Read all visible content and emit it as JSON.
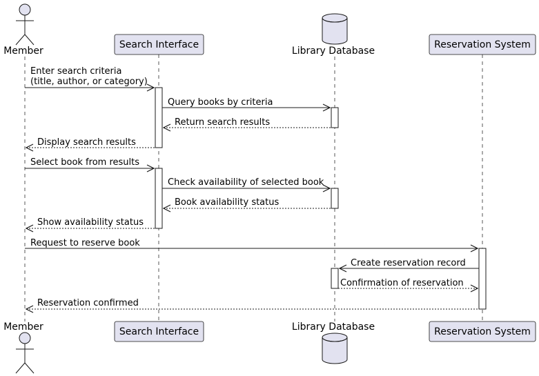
{
  "participants": {
    "member": "Member",
    "search": "Search Interface",
    "database": "Library Database",
    "reservation": "Reservation System"
  },
  "messages": [
    {
      "from": "member",
      "to": "search",
      "lines": [
        "Enter search criteria",
        "(title, author, or category)"
      ],
      "kind": "sync"
    },
    {
      "from": "search",
      "to": "database",
      "lines": [
        "Query books by criteria"
      ],
      "kind": "sync"
    },
    {
      "from": "database",
      "to": "search",
      "lines": [
        "Return search results"
      ],
      "kind": "return"
    },
    {
      "from": "search",
      "to": "member",
      "lines": [
        "Display search results"
      ],
      "kind": "return"
    },
    {
      "from": "member",
      "to": "search",
      "lines": [
        "Select book from results"
      ],
      "kind": "sync"
    },
    {
      "from": "search",
      "to": "database",
      "lines": [
        "Check availability of selected book"
      ],
      "kind": "sync"
    },
    {
      "from": "database",
      "to": "search",
      "lines": [
        "Book availability status"
      ],
      "kind": "return"
    },
    {
      "from": "search",
      "to": "member",
      "lines": [
        "Show availability status"
      ],
      "kind": "return"
    },
    {
      "from": "member",
      "to": "reservation",
      "lines": [
        "Request to reserve book"
      ],
      "kind": "sync"
    },
    {
      "from": "reservation",
      "to": "database",
      "lines": [
        "Create reservation record"
      ],
      "kind": "sync"
    },
    {
      "from": "database",
      "to": "reservation",
      "lines": [
        "Confirmation of reservation"
      ],
      "kind": "return"
    },
    {
      "from": "reservation",
      "to": "member",
      "lines": [
        "Reservation confirmed"
      ],
      "kind": "return"
    }
  ],
  "colors": {
    "participant_fill": "#e2e2f0",
    "border": "#181818",
    "lifeline": "#555555"
  }
}
